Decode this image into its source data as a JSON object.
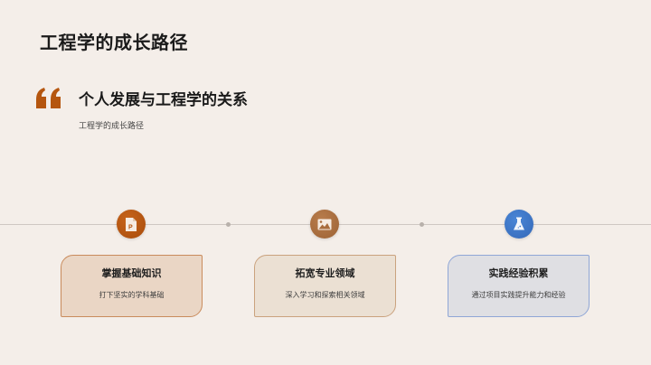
{
  "slide": {
    "title": "工程学的成长路径",
    "quote": {
      "icon": "quote-open-icon",
      "heading": "个人发展与工程学的关系",
      "caption": "工程学的成长路径"
    },
    "timeline": {
      "steps": [
        {
          "icon": "document-p-icon",
          "icon_color": "#b5560f",
          "title": "掌握基础知识",
          "description": "打下坚实的学科基础",
          "card_fill": "#ead6c5",
          "card_border": "#c98b5c"
        },
        {
          "icon": "image-icon",
          "icon_color": "#a86d3e",
          "title": "拓宽专业领域",
          "description": "深入学习和探索相关领域",
          "card_fill": "#ebe0d3",
          "card_border": "#caa27e"
        },
        {
          "icon": "flask-icon",
          "icon_color": "#3b78cc",
          "title": "实践经验积累",
          "description": "通过项目实践提升能力和经验",
          "card_fill": "#dfdfe3",
          "card_border": "#8fa6d6"
        }
      ]
    },
    "colors": {
      "background": "#f4eee9",
      "accent": "#b5560f",
      "line": "#cfc8c2"
    }
  }
}
